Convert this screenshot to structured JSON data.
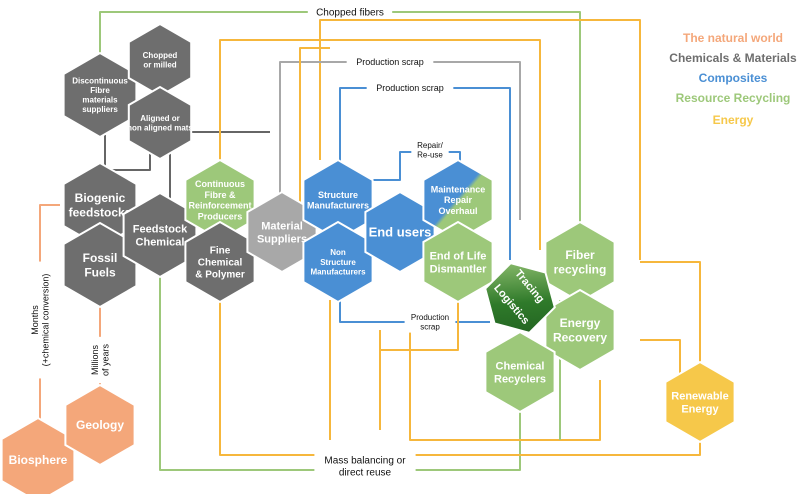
{
  "colors": {
    "natural": "#f4a77a",
    "chemicals": "#6e6e6e",
    "composites": "#4a8fd4",
    "recycling": "#9dc87a",
    "energy": "#f6c84a",
    "dark_green": "#1f5e1f",
    "line_grey": "#a8a8a8",
    "line_yellow": "#f6b73c"
  },
  "legend": {
    "natural": "The natural world",
    "chemicals": "Chemicals & Materials",
    "composites": "Composites",
    "recycling": "Resource Recycling",
    "energy": "Energy"
  },
  "nodes": {
    "biosphere": "Biosphere",
    "geology": "Geology",
    "biogenic": "Biogenic\nfeedstocks",
    "fossil": "Fossil\nFuels",
    "feedstock_chemical": "Feedstock\nChemical",
    "discontinuous": "Discontinuous\nFibre\nmaterials\nsuppliers",
    "chopped_milled": "Chopped\nor milled",
    "aligned_mats": "Aligned or\nnon aligned mats",
    "continuous_fibre": "Continuous\nFibre &\nReinforcement\nProducers",
    "fine_chemical": "Fine\nChemical\n& Polymer",
    "material_suppliers": "Material\nSuppliers",
    "structure_manufacturers": "Structure\nManufacturers",
    "non_structure": "Non\nStructure\nManufacturers",
    "end_users": "End users",
    "maintenance": "Maintenance\nRepair\nOverhaul",
    "end_of_life": "End of Life\nDismantler",
    "tracing": "Tracing",
    "logistics": "Logistics",
    "fiber_recycling": "Fiber\nrecycling",
    "energy_recovery": "Energy\nRecovery",
    "chemical_recyclers": "Chemical\nRecyclers",
    "renewable_energy": "Renewable\nEnergy"
  },
  "flow_labels": {
    "chopped_fibers": "Chopped fibers",
    "production_scrap_grey": "Production scrap",
    "production_scrap_blue": "Production scrap",
    "repair_reuse": "Repair/\nRe-use",
    "production_scrap_small": "Production\nscrap",
    "months": "Months\n(+chemical conversion)",
    "millions_years": "Millions\nof years",
    "mass_balancing": "Mass balancing or\ndirect reuse"
  }
}
